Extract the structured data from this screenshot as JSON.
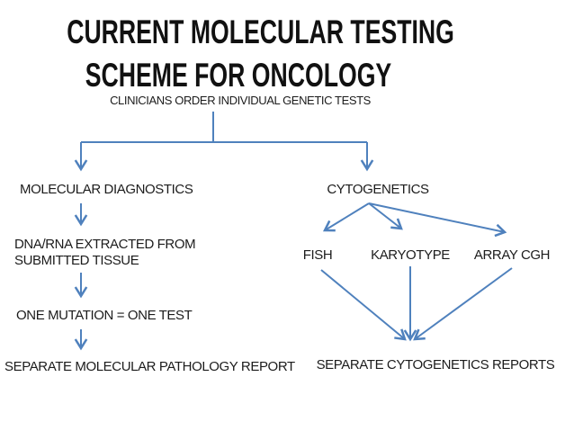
{
  "colors": {
    "line": "#4f81bd",
    "text": "#1c1c1c",
    "background": "#ffffff"
  },
  "title": {
    "line1": "CURRENT MOLECULAR TESTING",
    "line2": "SCHEME FOR ONCOLOGY"
  },
  "subtitle": "CLINICIANS ORDER INDIVIDUAL GENETIC TESTS",
  "left_branch": {
    "root": "MOLECULAR DIAGNOSTICS",
    "step2": "DNA/RNA EXTRACTED FROM\nSUBMITTED TISSUE",
    "step3": "ONE MUTATION = ONE TEST",
    "result": "SEPARATE MOLECULAR PATHOLOGY REPORT"
  },
  "right_branch": {
    "root": "CYTOGENETICS",
    "tests": [
      "FISH",
      "KARYOTYPE",
      "ARRAY CGH"
    ],
    "result": "SEPARATE CYTOGENETICS REPORTS"
  }
}
